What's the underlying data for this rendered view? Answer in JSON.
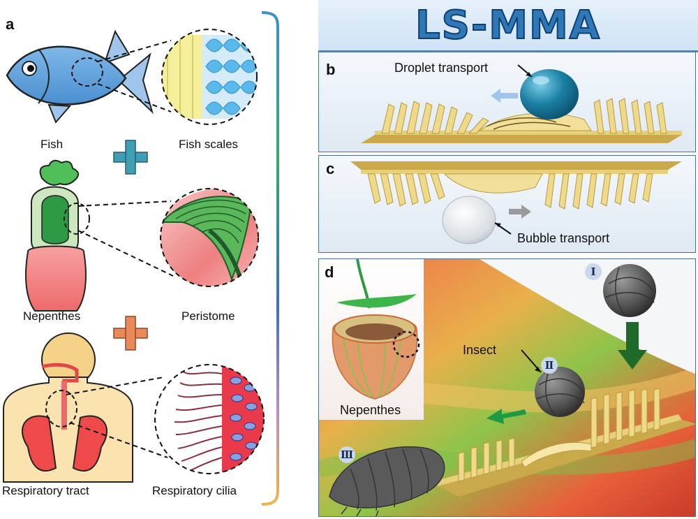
{
  "banner": {
    "title": "LS-MMA"
  },
  "panel_a": {
    "letter": "a",
    "fish": "Fish",
    "fish_scales": "Fish scales",
    "nepenthes": "Nepenthes",
    "peristome": "Peristome",
    "respiratory_tract": "Respiratory tract",
    "respiratory_cilia": "Respiratory cilia"
  },
  "panel_b": {
    "letter": "b",
    "label": "Droplet transport"
  },
  "panel_c": {
    "letter": "c",
    "label": "Bubble transport"
  },
  "panel_d": {
    "letter": "d",
    "inset_label": "Nepenthes",
    "insect_label": "Insect",
    "stage_1": "Ⅰ",
    "stage_2": "Ⅱ",
    "stage_3": "Ⅲ"
  },
  "colors": {
    "banner_text": "#2f78b8",
    "fish_blue": "#6aa5dc",
    "pitcher_red": "#ef6f6f",
    "pitcher_green": "#3d9a4a",
    "surface_gold": "#e8cf7a",
    "droplet_teal": "#1a7fa3",
    "arrow_green": "#1f9a44",
    "plus_teal": "#3e9fb0",
    "plus_orange": "#e98a5a"
  }
}
